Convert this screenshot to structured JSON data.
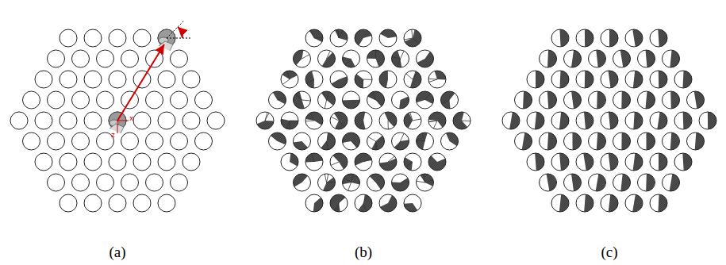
{
  "diagram": {
    "labels": [
      "x",
      "z",
      "(a)",
      "(b)",
      "(c)"
    ]
  }
}
